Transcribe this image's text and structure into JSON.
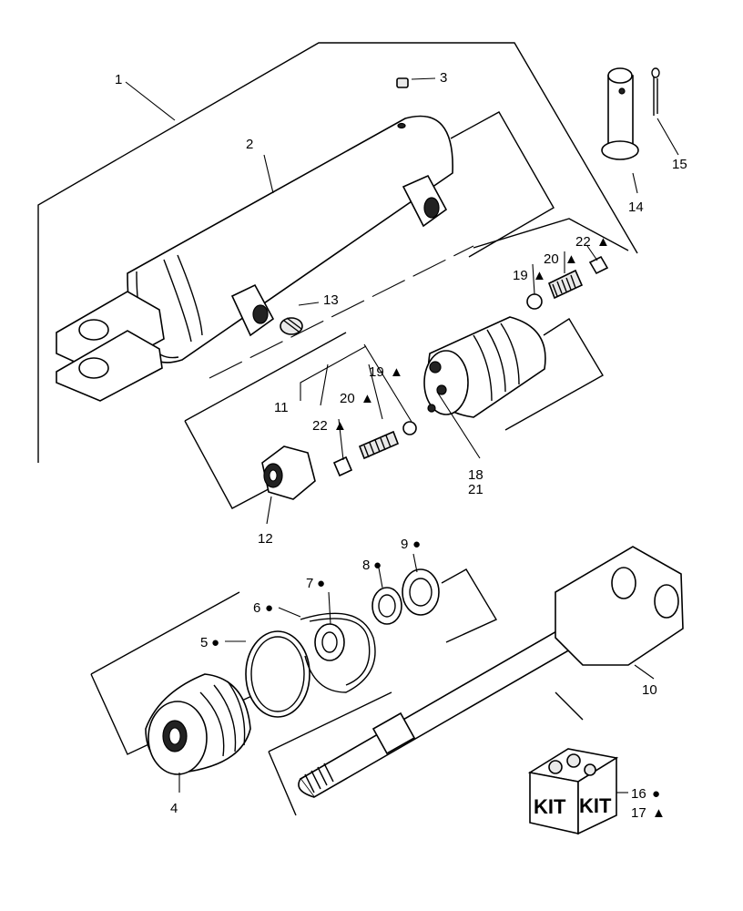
{
  "labels": {
    "l1": "1",
    "l2": "2",
    "l3": "3",
    "l4": "4",
    "l5": "5",
    "l6": "6",
    "l7": "7",
    "l8": "8",
    "l9": "9",
    "l10": "10",
    "l11": "11",
    "l12": "12",
    "l13": "13",
    "l14": "14",
    "l15": "15",
    "l16": "16",
    "l17": "17",
    "l18": "18",
    "l19a": "19",
    "l19b": "19",
    "l20a": "20",
    "l20b": "20",
    "l21": "21",
    "l22a": "22",
    "l22b": "22"
  },
  "symbols": {
    "circle": "●",
    "triangle": "▲"
  },
  "kit": {
    "text_left": "KIT",
    "text_right": "KIT"
  }
}
